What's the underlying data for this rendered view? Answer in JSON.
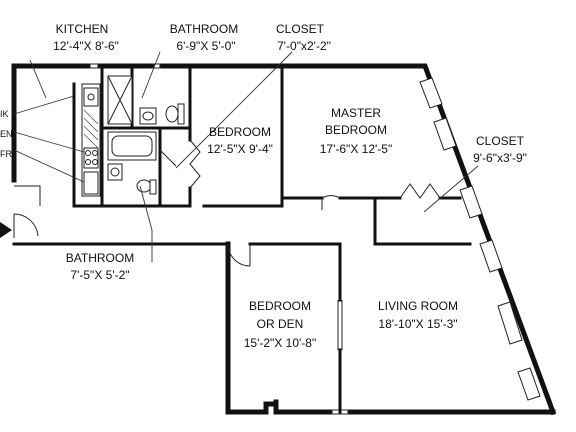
{
  "rooms": {
    "kitchen": {
      "name": "KITCHEN",
      "size": "12'-4\"X 8'-6\""
    },
    "bathroom_top": {
      "name": "BATHROOM",
      "size": "6'-9\"X 5'-0\""
    },
    "closet_top": {
      "name": "CLOSET",
      "size": "7'-0\"x2'-2\""
    },
    "bedroom": {
      "name": "BEDROOM",
      "size": "12'-5\"X 9'-4\""
    },
    "master_bedroom": {
      "name_line1": "MASTER",
      "name_line2": "BEDROOM",
      "size": "17'-6\"X 12'-5\""
    },
    "closet_right": {
      "name": "CLOSET",
      "size": "9'-6\"x3'-9\""
    },
    "bathroom_bottom": {
      "name": "BATHROOM",
      "size": "7'-5\"X 5'-2\""
    },
    "bedroom_den": {
      "name_line1": "BEDROOM",
      "name_line2": "OR DEN",
      "size": "15'-2\"X 10'-8\""
    },
    "living_room": {
      "name": "LIVING ROOM",
      "size": "18'-10\"X 15'-3\""
    }
  },
  "kitchen_labels": {
    "sink": "IK",
    "oven": "EN",
    "fridge": "FR."
  }
}
